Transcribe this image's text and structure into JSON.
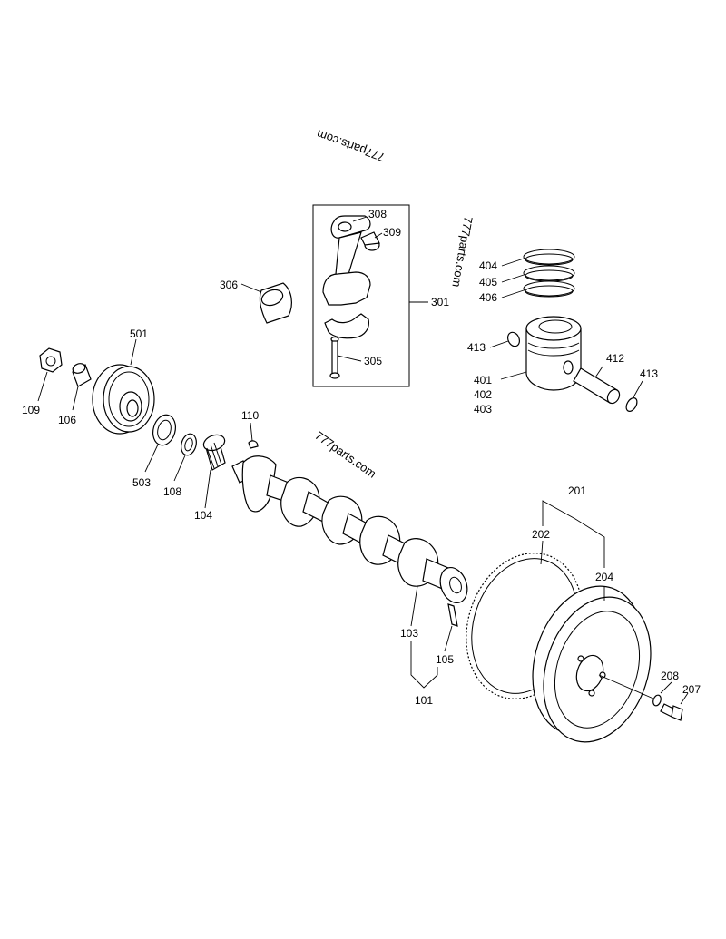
{
  "watermark": "777parts.com",
  "callouts": {
    "c101": "101",
    "c103": "103",
    "c104": "104",
    "c105": "105",
    "c106": "106",
    "c108": "108",
    "c109": "109",
    "c110": "110",
    "c201": "201",
    "c202": "202",
    "c204": "204",
    "c207": "207",
    "c208": "208",
    "c301": "301",
    "c305": "305",
    "c306": "306",
    "c308": "308",
    "c309": "309",
    "c401": "401",
    "c402": "402",
    "c403": "403",
    "c404": "404",
    "c405": "405",
    "c406": "406",
    "c412": "412",
    "c413a": "413",
    "c413b": "413",
    "c501": "501",
    "c503": "503"
  }
}
